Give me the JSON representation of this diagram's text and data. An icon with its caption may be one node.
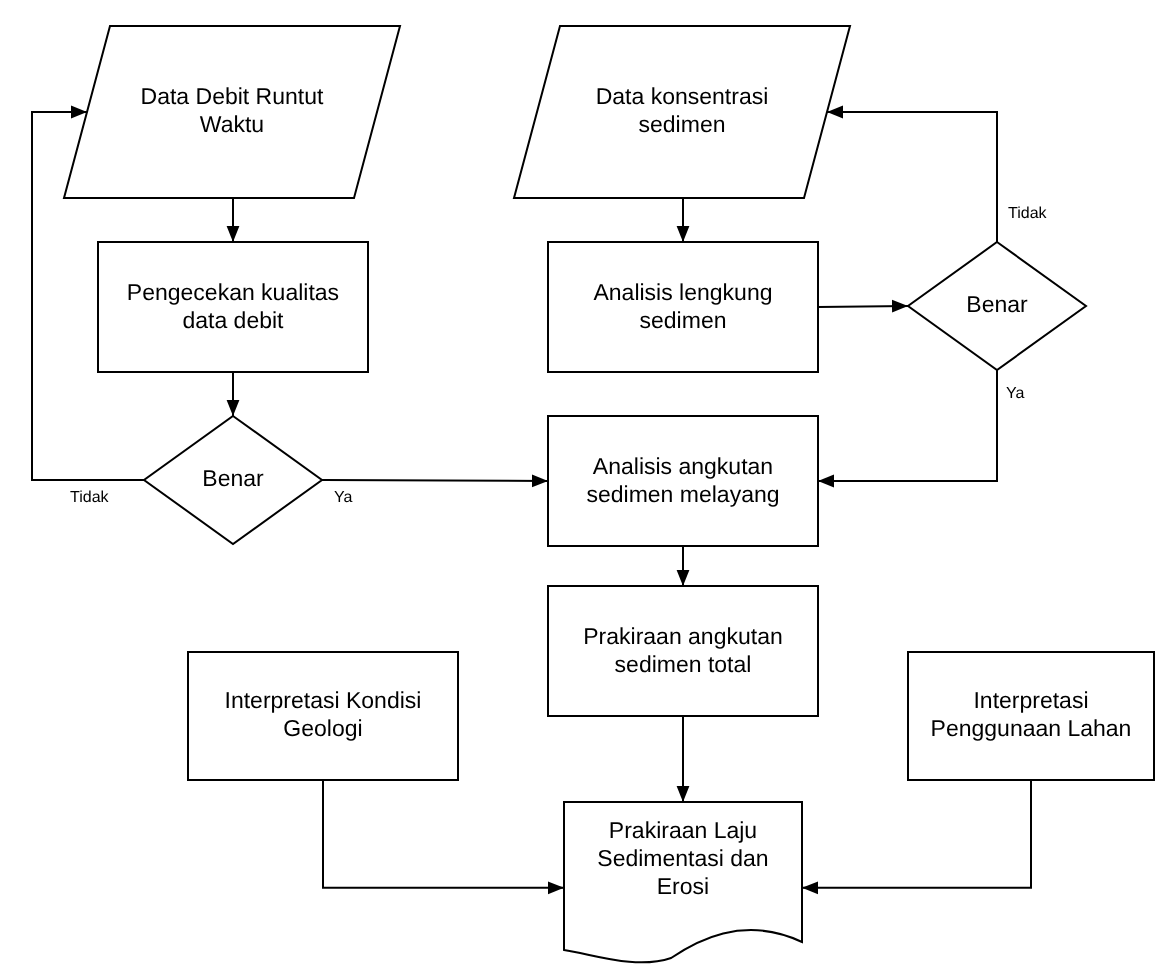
{
  "diagram": {
    "nodes": [
      {
        "text": [
          "Data Debit Runtut Waktu"
        ]
      },
      {
        "text": [
          "Pengecekan kualitas data debit"
        ]
      },
      {
        "text": [
          "Benar"
        ]
      },
      {
        "text": [
          "Data konsentrasi sedimen"
        ]
      },
      {
        "text": [
          "Analisis lengkung sedimen"
        ]
      },
      {
        "text": [
          "Benar"
        ]
      },
      {
        "text": [
          "Analisis angkutan sedimen melayang"
        ]
      },
      {
        "text": [
          "Prakiraan angkutan sedimen total"
        ]
      },
      {
        "text": [
          "Interpretasi Kondisi Geologi"
        ]
      },
      {
        "text": [
          "Interpretasi Penggunaan Lahan"
        ]
      },
      {
        "text": [
          "Prakiraan Laju Sedimentasi dan Erosi"
        ]
      }
    ],
    "edges": [
      {
        "from": 0,
        "to": 1,
        "arrow": "to"
      },
      {
        "from": 1,
        "to": 2,
        "arrow": "to"
      },
      {
        "from": 2,
        "to": 0,
        "arrow": "to",
        "label": "Tidak"
      },
      {
        "from": 2,
        "to": 6,
        "arrow": "to",
        "label": "Ya"
      },
      {
        "from": 3,
        "to": 4,
        "arrow": "to"
      },
      {
        "from": 4,
        "to": 5,
        "arrow": "to"
      },
      {
        "from": 5,
        "to": 3,
        "arrow": "to",
        "label": "Tidak"
      },
      {
        "from": 5,
        "to": 6,
        "arrow": "to",
        "label": "Ya"
      },
      {
        "from": 6,
        "to": 7,
        "arrow": "to"
      },
      {
        "from": 7,
        "to": 10,
        "arrow": "to"
      },
      {
        "from": 8,
        "to": 10,
        "arrow": "to"
      },
      {
        "from": 9,
        "to": 10,
        "arrow": "to"
      }
    ]
  }
}
